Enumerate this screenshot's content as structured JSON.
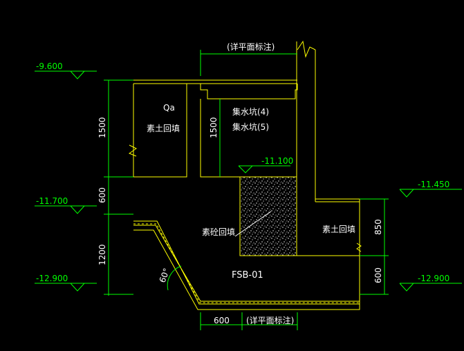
{
  "colors": {
    "background": "#000000",
    "structure": "#ffff00",
    "dimension": "#00ff00",
    "text": "#ffffff",
    "elevation": "#00ff00"
  },
  "top_note": "(详平面标注)",
  "bottom_note": "(详平面标注)",
  "elevations": {
    "left_top": "-9.600",
    "left_mid": "-11.700",
    "left_bottom": "-12.900",
    "center": "-11.100",
    "right_mid": "-11.450",
    "right_bottom": "-12.900"
  },
  "dimensions": {
    "left_1500": "1500",
    "left_600": "600",
    "left_1200": "1200",
    "inner_1500": "1500",
    "right_850": "850",
    "right_600": "600",
    "bottom_600": "600"
  },
  "labels": {
    "qa": "Qa",
    "soil_left": "素土回填",
    "pit_line1": "集水坑(4)",
    "pit_line2": "集水坑(5)",
    "concrete": "素砼回填",
    "soil_right": "素土回填",
    "section": "FSB-01",
    "angle": "60°"
  }
}
